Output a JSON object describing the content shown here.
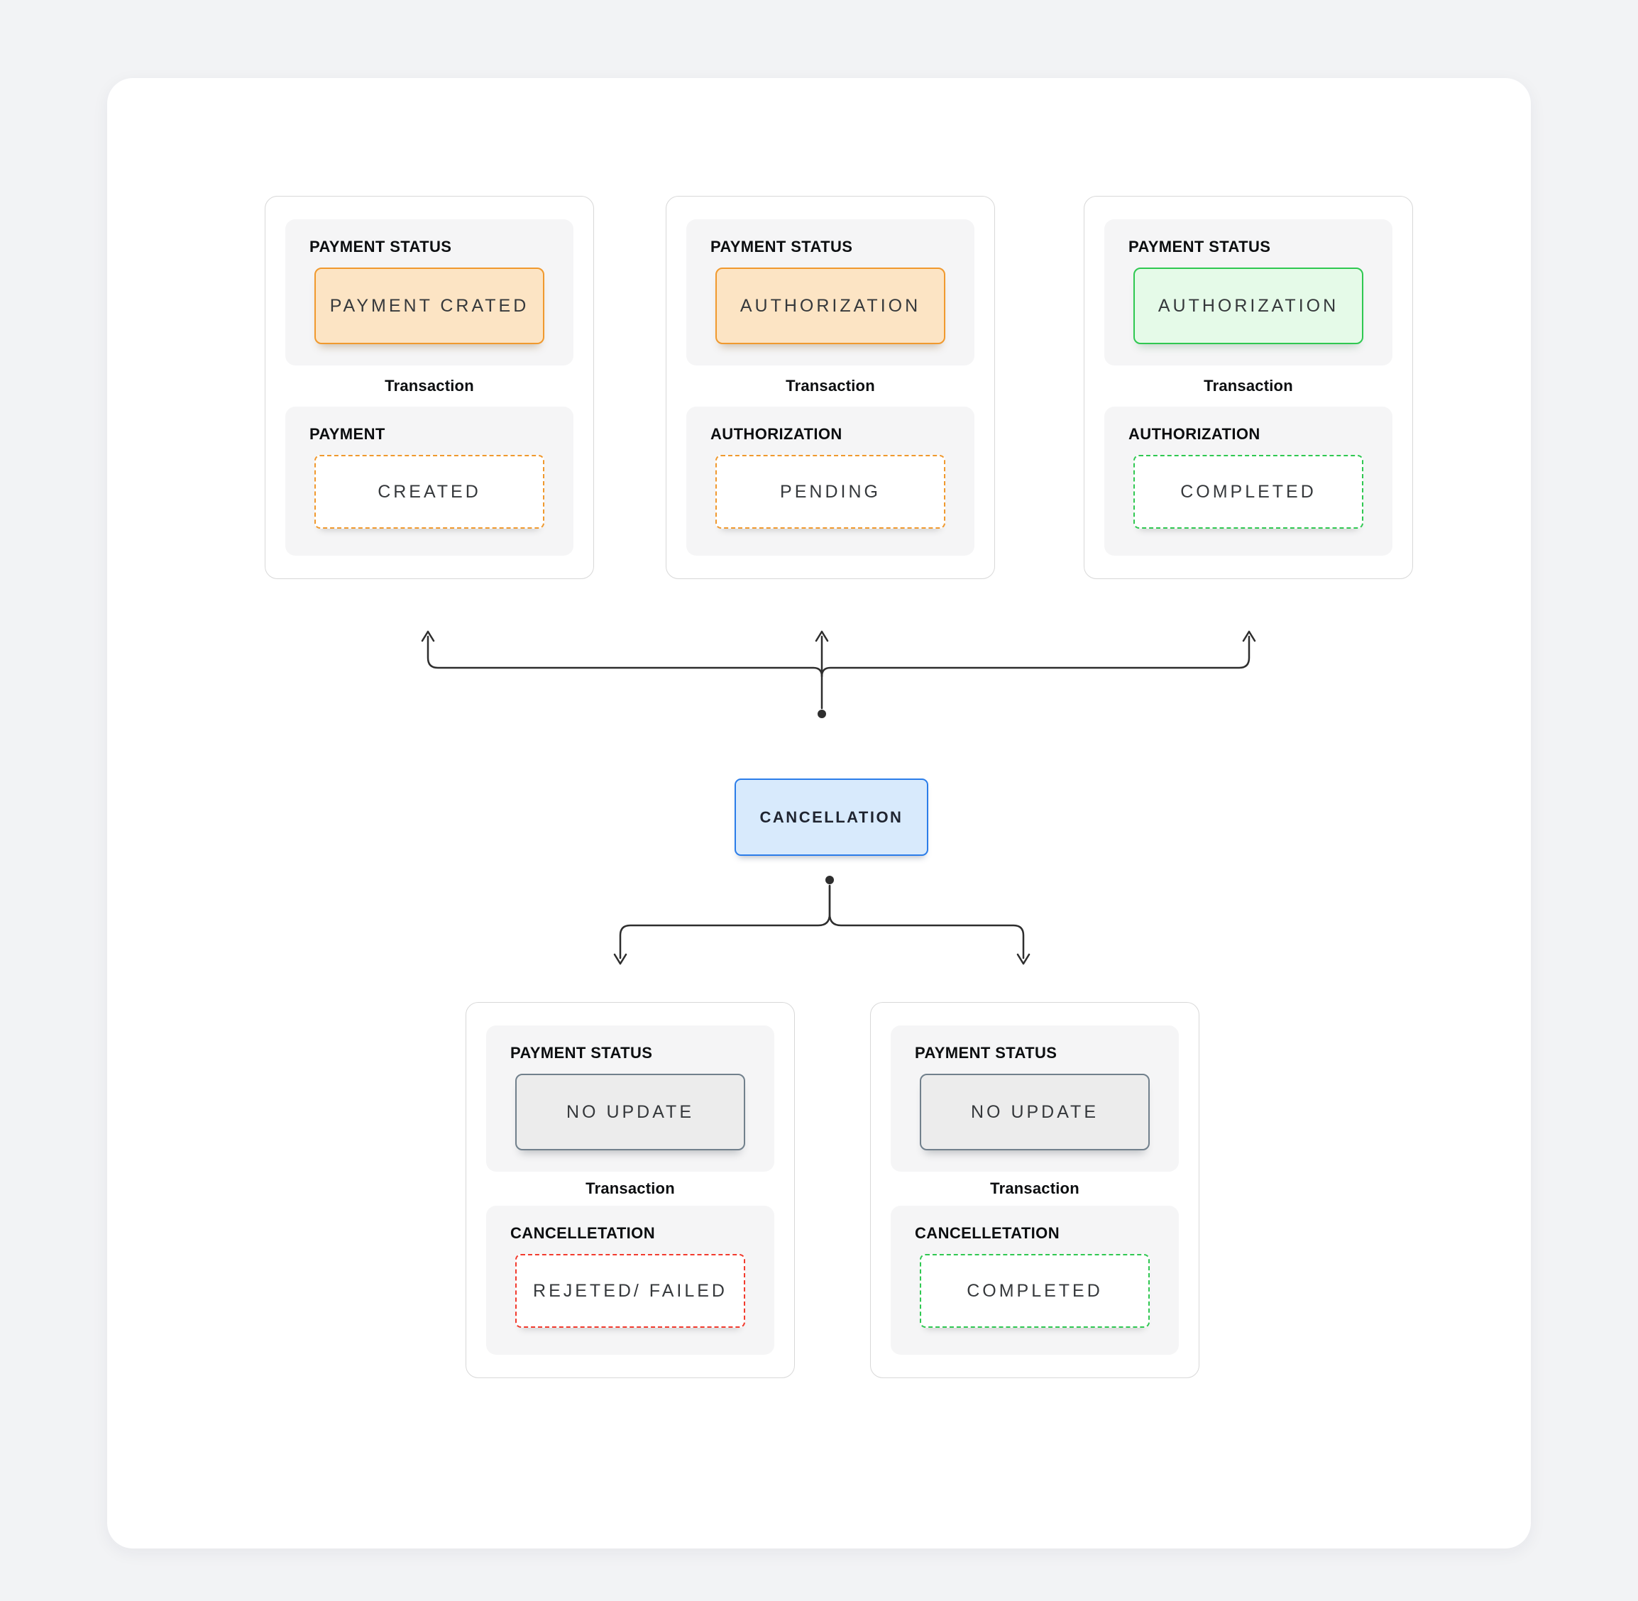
{
  "colors": {
    "page-bg": "#f2f3f5",
    "surface": "#ffffff",
    "card-border": "#d8d8d8",
    "panel-bg": "#f5f5f6",
    "line": "#2e2e2e",
    "label": "#0c0e10",
    "text-dark": "#35383b",
    "orange-border": "#f0992e",
    "orange-fill": "#fce4c4",
    "green-border": "#2fc851",
    "green-fill": "#e5fae8",
    "gray-border": "#71808c",
    "gray-fill": "#ececec",
    "red-border": "#f23a2d",
    "blue-border": "#2b7de9",
    "blue-fill": "#d8eafc"
  },
  "top_cards": [
    {
      "status_label": "PAYMENT STATUS",
      "status_value": "PAYMENT CRATED",
      "transaction_caption": "Transaction",
      "txn_label": "PAYMENT",
      "txn_value": "CREATED"
    },
    {
      "status_label": "PAYMENT STATUS",
      "status_value": "AUTHORIZATION",
      "transaction_caption": "Transaction",
      "txn_label": "AUTHORIZATION",
      "txn_value": "PENDING"
    },
    {
      "status_label": "PAYMENT STATUS",
      "status_value": "AUTHORIZATION",
      "transaction_caption": "Transaction",
      "txn_label": "AUTHORIZATION",
      "txn_value": "COMPLETED"
    }
  ],
  "cancellation": {
    "label": "CANCELLATION"
  },
  "bottom_cards": [
    {
      "status_label": "PAYMENT STATUS",
      "status_value": "NO UPDATE",
      "transaction_caption": "Transaction",
      "txn_label": "CANCELLETATION",
      "txn_value": "REJETED/ FAILED"
    },
    {
      "status_label": "PAYMENT STATUS",
      "status_value": "NO UPDATE",
      "transaction_caption": "Transaction",
      "txn_label": "CANCELLETATION",
      "txn_value": "COMPLETED"
    }
  ]
}
